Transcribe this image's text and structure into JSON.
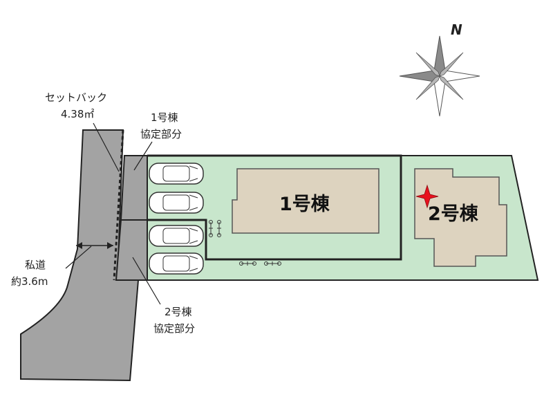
{
  "labels": {
    "setback_line1": "セットバック",
    "setback_line2": "4.38㎡",
    "agreement1_line1": "1号棟",
    "agreement1_line2": "協定部分",
    "agreement2_line1": "2号棟",
    "agreement2_line2": "協定部分",
    "road_line1": "私道",
    "road_line2": "約3.6m",
    "building1": "1号棟",
    "building2": "2号棟",
    "north": "N"
  },
  "colors": {
    "lot_green": "#c8e6cc",
    "road_gray": "#a3a3a3",
    "building_beige": "#ddd3bf",
    "compass_gray": "#8a8a8a",
    "star_red": "#e8121e",
    "outline": "#222222"
  },
  "parking": {
    "car_count": 4
  }
}
